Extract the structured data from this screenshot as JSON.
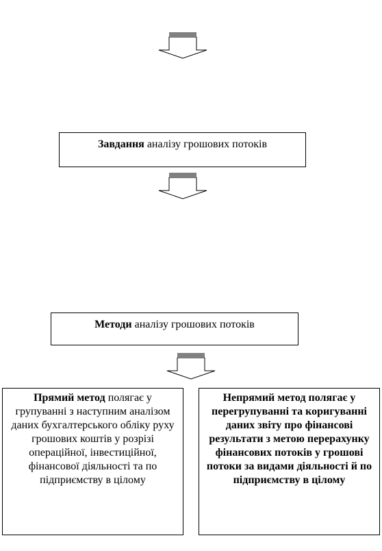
{
  "boxes": {
    "tasks": {
      "bold": "Завдання",
      "rest": " аналізу грошових потоків"
    },
    "methods": {
      "bold": "Методи",
      "rest": " аналізу грошових потоків"
    },
    "direct": {
      "bold": "Прямий метод",
      "rest": " полягає у групуванні з наступним аналізом даних бухгалтерського обліку руху грошових коштів у розрізі операційної, інвестиційної, фінансової діяльності та по підприємству в цілому"
    },
    "indirect": {
      "bold": "Непрямий метод",
      "rest": " полягає у перегрупуванні та коригуванні даних звіту про фінансові результати з метою перерахунку фінансових потоків у грошові потоки за видами діяльності й по підприємству в цілому"
    }
  },
  "colors": {
    "line": "#000000",
    "background": "#ffffff"
  }
}
